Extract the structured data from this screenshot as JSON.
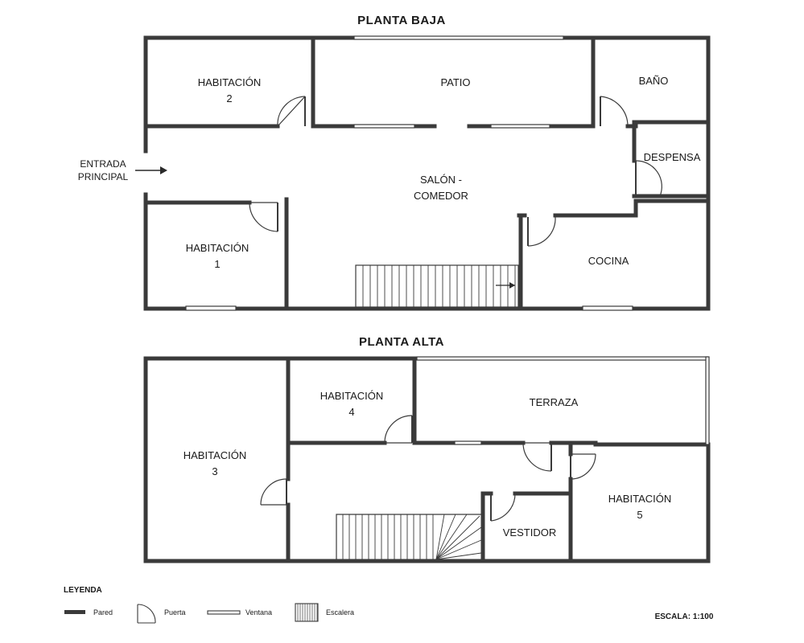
{
  "floors": {
    "ground": {
      "title": "PLANTA BAJA",
      "rooms": {
        "habitacion2": [
          "HABITACIÓN",
          "2"
        ],
        "patio": "PATIO",
        "bano": "BAÑO",
        "despensa": "DESPENSA",
        "salon": [
          "SALÓN -",
          "COMEDOR"
        ],
        "habitacion1": [
          "HABITACIÓN",
          "1"
        ],
        "cocina": "COCINA"
      },
      "entrance": [
        "ENTRADA",
        "PRINCIPAL"
      ]
    },
    "upper": {
      "title": "PLANTA ALTA",
      "rooms": {
        "habitacion3": [
          "HABITACIÓN",
          "3"
        ],
        "habitacion4": [
          "HABITACIÓN",
          "4"
        ],
        "terraza": "TERRAZA",
        "vestidor": "VESTIDOR",
        "habitacion5": [
          "HABITACIÓN",
          "5"
        ]
      }
    }
  },
  "legend": {
    "heading": "LEYENDA",
    "items": {
      "wall": "Pared",
      "door": "Puerta",
      "window": "Ventana",
      "stair": "Escalera"
    }
  },
  "scale": "ESCALA: 1:100"
}
